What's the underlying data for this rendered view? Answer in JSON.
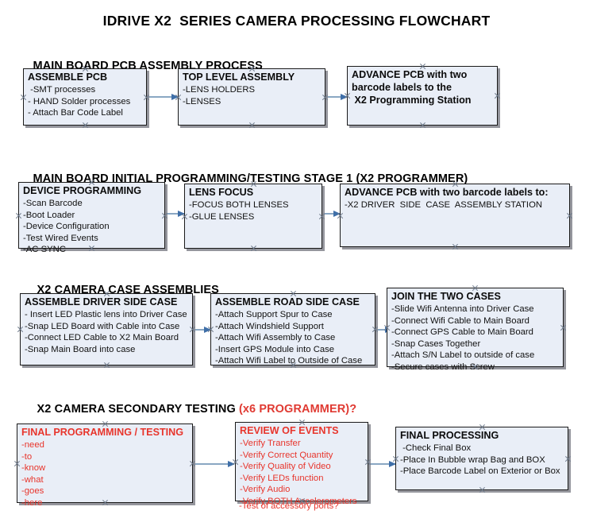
{
  "document": {
    "title": "IDRIVE X2  SERIES CAMERA PROCESSING FLOWCHART"
  },
  "sections": [
    {
      "id": "main-board-pcb-assembly-process",
      "heading": "MAIN BOARD PCB ASSEMBLY PROCESS",
      "heading_red": "",
      "boxes": [
        {
          "id": "assemble-pcb",
          "title": "ASSEMBLE PCB",
          "lines": [
            " -SMT processes",
            "- HAND Solder processes",
            "- Attach Bar Code Label"
          ]
        },
        {
          "id": "top-level-assembly",
          "title": "TOP LEVEL ASSEMBLY",
          "lines": [
            "-LENS HOLDERS",
            "-LENSES"
          ]
        },
        {
          "id": "advance-pcb-to-x2-programming-station",
          "title": "ADVANCE PCB with two",
          "lines": [
            "barcode labels to the",
            " X2 Programming Station"
          ],
          "all_bold": true
        }
      ]
    },
    {
      "id": "main-board-initial-programming-testing-stage-1",
      "heading": "MAIN BOARD INITIAL PROGRAMMING/TESTING STAGE 1 (X2 PROGRAMMER)",
      "heading_red": "",
      "boxes": [
        {
          "id": "device-programming",
          "title": "DEVICE PROGRAMMING",
          "lines": [
            "-Scan Barcode",
            "-Boot Loader",
            "-Device Configuration",
            "-Test Wired Events",
            "-AC SYNC"
          ]
        },
        {
          "id": "lens-focus",
          "title": "LENS FOCUS",
          "lines": [
            "-FOCUS BOTH LENSES",
            "-GLUE LENSES"
          ]
        },
        {
          "id": "advance-pcb-to-driver-side-case-assembly-station",
          "title": "ADVANCE PCB with two barcode labels to:",
          "lines": [
            "-X2 DRIVER  SIDE  CASE  ASSEMBLY STATION"
          ]
        }
      ]
    },
    {
      "id": "x2-camera-case-assemblies",
      "heading": "X2 CAMERA CASE ASSEMBLIES",
      "heading_red": "",
      "boxes": [
        {
          "id": "assemble-driver-side-case",
          "title": "ASSEMBLE DRIVER SIDE CASE",
          "lines": [
            "- Insert LED Plastic lens into Driver Case",
            "-Snap LED Board with Cable into Case",
            "-Connect LED Cable to X2 Main Board",
            "-Snap Main Board into case"
          ]
        },
        {
          "id": "assemble-road-side-case",
          "title": "ASSEMBLE ROAD SIDE CASE",
          "lines": [
            "-Attach Support Spur to Case",
            "-Attach Windshield Support",
            "-Attach Wifi Assembly to Case",
            "-Insert GPS Module into Case",
            "-Attach Wifi Label to Outside of Case"
          ]
        },
        {
          "id": "join-the-two-cases",
          "title": "JOIN THE TWO CASES",
          "lines": [
            "-Slide Wifi Antenna into Driver Case",
            "-Connect Wifi Cable to Main Board",
            "-Connect GPS Cable to Main Board",
            "-Snap Cases Together",
            "-Attach S/N Label to outside of case",
            "-Secure cases with Screw"
          ]
        }
      ]
    },
    {
      "id": "x2-camera-secondary-testing",
      "heading": "X2 CAMERA SECONDARY TESTING ",
      "heading_red": "(x6 PROGRAMMER)?",
      "boxes": [
        {
          "id": "final-programming-testing",
          "title": "FINAL PROGRAMMING / TESTING",
          "lines": [
            "-need",
            "-to",
            "-know",
            "-what",
            "-goes",
            "-here"
          ],
          "red": true
        },
        {
          "id": "review-of-events",
          "title": "REVIEW OF EVENTS",
          "lines": [
            "-Verify Transfer",
            "-Verify Correct Quantity",
            "-Verify Quality of Video",
            "-Verify LEDs function",
            "-Verify Audio",
            "-Verify BOTH Accelerometers"
          ],
          "overflow_line": "-Test of accessory ports?",
          "red": true
        },
        {
          "id": "final-processing",
          "title": "FINAL PROCESSING",
          "lines": [
            " -Check Final Box",
            "-Place In Bubble wrap Bag and BOX",
            "-Place Barcode Label on Exterior or Box"
          ]
        }
      ]
    }
  ],
  "colors": {
    "box_fill": "#e9eef7",
    "box_border": "#1a1a1a",
    "box_shadow": "#82848c",
    "connector": "#8aa7c3",
    "arrow": "#3f6fa8",
    "red_text": "#e8352c",
    "text": "#111111"
  },
  "icons": {
    "handle": "connection-handle-icon",
    "arrow": "arrow-right-icon"
  }
}
